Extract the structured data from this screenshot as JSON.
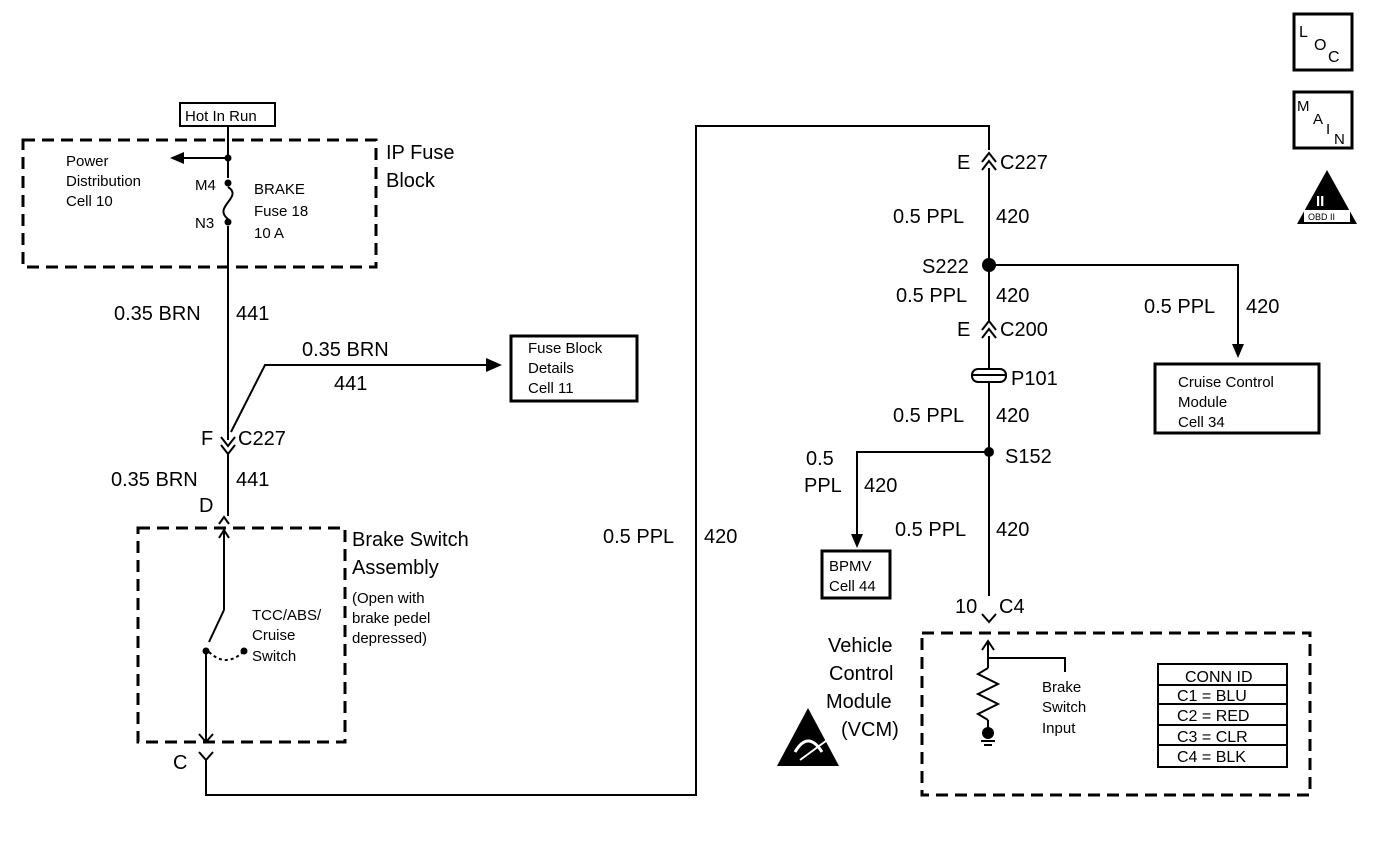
{
  "icons": {
    "loc": {
      "l": "L",
      "o": "O",
      "c": "C"
    },
    "main": {
      "m": "M",
      "a": "A",
      "i": "I",
      "n": "N"
    },
    "obd": {
      "big": "II",
      "small": "OBD II"
    }
  },
  "hot_in_run": "Hot In Run",
  "ip_fuse_block": {
    "line1": "IP Fuse",
    "line2": "Block"
  },
  "power_distribution": {
    "line1": "Power",
    "line2": "Distribution",
    "line3": "Cell 10"
  },
  "fuse": {
    "pin_top": "M4",
    "pin_bottom": "N3",
    "line1": "BRAKE",
    "line2": "Fuse 18",
    "line3": "10 A"
  },
  "left_wires": {
    "w1_size": "0.35 BRN",
    "w1_circuit": "441",
    "branch_size": "0.35 BRN",
    "branch_circuit": "441",
    "w2_size": "0.35 BRN",
    "w2_circuit": "441"
  },
  "fuse_block_details": {
    "line1": "Fuse Block",
    "line2": "Details",
    "line3": "Cell 11"
  },
  "c227_left": {
    "pin": "F",
    "name": "C227"
  },
  "pin_d": "D",
  "pin_c": "C",
  "brake_switch_assembly": {
    "line1": "Brake Switch",
    "line2": "Assembly",
    "note1": "(Open with",
    "note2": "brake pedel",
    "note3": "depressed)"
  },
  "tcc_switch": {
    "line1": "TCC/ABS/",
    "line2": "Cruise",
    "line3": "Switch"
  },
  "middle_wire": {
    "size": "0.5 PPL",
    "circuit": "420"
  },
  "c227_right": {
    "pin": "E",
    "name": "C227"
  },
  "right_wires": {
    "w1_size": "0.5 PPL",
    "w1_circuit": "420",
    "w2_size": "0.5 PPL",
    "w2_circuit": "420",
    "w3_size": "0.5 PPL",
    "w3_circuit": "420",
    "w4_size": "0.5 PPL",
    "w4_circuit": "420",
    "cruise_size": "0.5 PPL",
    "cruise_circuit": "420",
    "bpmv_size1": "0.5",
    "bpmv_size2": "PPL",
    "bpmv_circuit": "420"
  },
  "s222": "S222",
  "c200": {
    "pin": "E",
    "name": "C200"
  },
  "p101": "P101",
  "s152": "S152",
  "c4": {
    "pin": "10",
    "name": "C4"
  },
  "cruise_control_module": {
    "line1": "Cruise Control",
    "line2": "Module",
    "line3": "Cell 34"
  },
  "bpmv": {
    "line1": "BPMV",
    "line2": "Cell 44"
  },
  "vcm": {
    "line1": "Vehicle",
    "line2": "Control",
    "line3": "Module",
    "line4": "(VCM)"
  },
  "brake_switch_input": {
    "line1": "Brake",
    "line2": "Switch",
    "line3": "Input"
  },
  "conn_id": {
    "title": "CONN ID",
    "rows": [
      "C1 = BLU",
      "C2 = RED",
      "C3 = CLR",
      "C4 = BLK"
    ]
  }
}
